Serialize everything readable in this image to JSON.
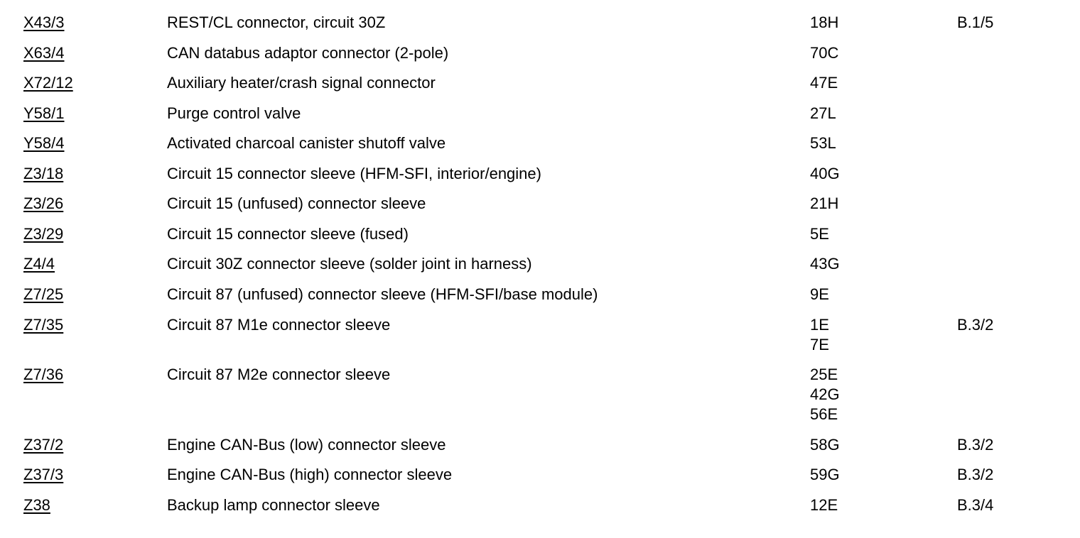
{
  "rows": [
    {
      "code": "X43/3",
      "desc": "REST/CL connector, circuit 30Z",
      "coords": [
        "18H"
      ],
      "ref": "B.1/5"
    },
    {
      "code": "X63/4",
      "desc": "CAN databus adaptor connector (2-pole)",
      "coords": [
        "70C"
      ],
      "ref": ""
    },
    {
      "code": "X72/12",
      "desc": "Auxiliary heater/crash signal connector",
      "coords": [
        "47E"
      ],
      "ref": ""
    },
    {
      "code": "Y58/1",
      "desc": "Purge control valve",
      "coords": [
        "27L"
      ],
      "ref": ""
    },
    {
      "code": "Y58/4",
      "desc": "Activated charcoal canister shutoff valve",
      "coords": [
        "53L"
      ],
      "ref": ""
    },
    {
      "code": "Z3/18",
      "desc": "Circuit 15 connector sleeve (HFM-SFI, interior/engine)",
      "coords": [
        "40G"
      ],
      "ref": ""
    },
    {
      "code": "Z3/26",
      "desc": "Circuit 15 (unfused) connector sleeve",
      "coords": [
        "21H"
      ],
      "ref": ""
    },
    {
      "code": "Z3/29",
      "desc": "Circuit 15 connector sleeve (fused)",
      "coords": [
        "5E"
      ],
      "ref": ""
    },
    {
      "code": "Z4/4",
      "desc": "Circuit 30Z connector sleeve (solder joint in harness)",
      "coords": [
        "43G"
      ],
      "ref": ""
    },
    {
      "code": "Z7/25",
      "desc": "Circuit 87 (unfused) connector sleeve (HFM-SFI/base module)",
      "coords": [
        "9E"
      ],
      "ref": ""
    },
    {
      "code": "Z7/35",
      "desc": "Circuit 87 M1e connector sleeve",
      "coords": [
        "1E",
        "7E"
      ],
      "ref": "B.3/2"
    },
    {
      "code": "Z7/36",
      "desc": "Circuit 87 M2e connector sleeve",
      "coords": [
        "25E",
        "42G",
        "56E"
      ],
      "ref": ""
    },
    {
      "code": "Z37/2",
      "desc": "Engine CAN-Bus (low) connector sleeve",
      "coords": [
        "58G"
      ],
      "ref": "B.3/2"
    },
    {
      "code": "Z37/3",
      "desc": "Engine CAN-Bus (high) connector sleeve",
      "coords": [
        "59G"
      ],
      "ref": "B.3/2"
    },
    {
      "code": "Z38",
      "desc": "Backup lamp connector sleeve",
      "coords": [
        "12E"
      ],
      "ref": "B.3/4"
    }
  ]
}
